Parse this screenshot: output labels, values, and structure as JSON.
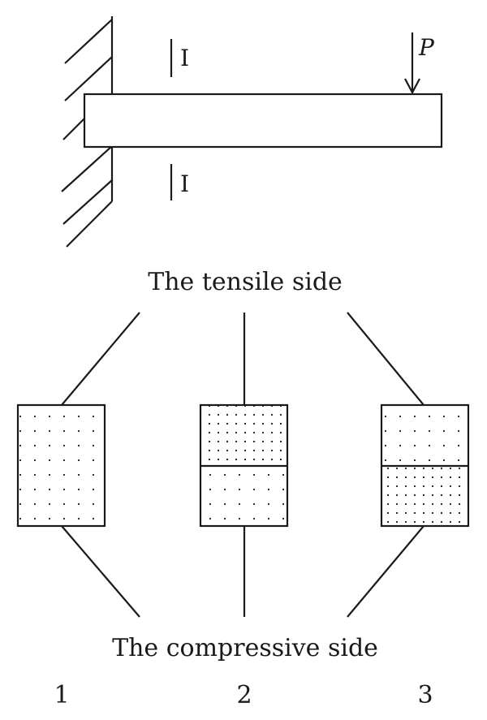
{
  "labels": {
    "load": "P",
    "section_top": "I",
    "section_bottom": "I",
    "tensile_side": "The tensile side",
    "compressive_side": "The compressive side"
  },
  "sections": [
    {
      "number": "1",
      "layers": [
        "single uniformly dotted section"
      ]
    },
    {
      "number": "2",
      "layers": [
        "dense dots (top)",
        "sparse dots (bottom)"
      ]
    },
    {
      "number": "3",
      "layers": [
        "sparse dots (top)",
        "dense dots (bottom)"
      ]
    }
  ],
  "colors": {
    "line": "#1a1a1a",
    "background": "#ffffff"
  }
}
